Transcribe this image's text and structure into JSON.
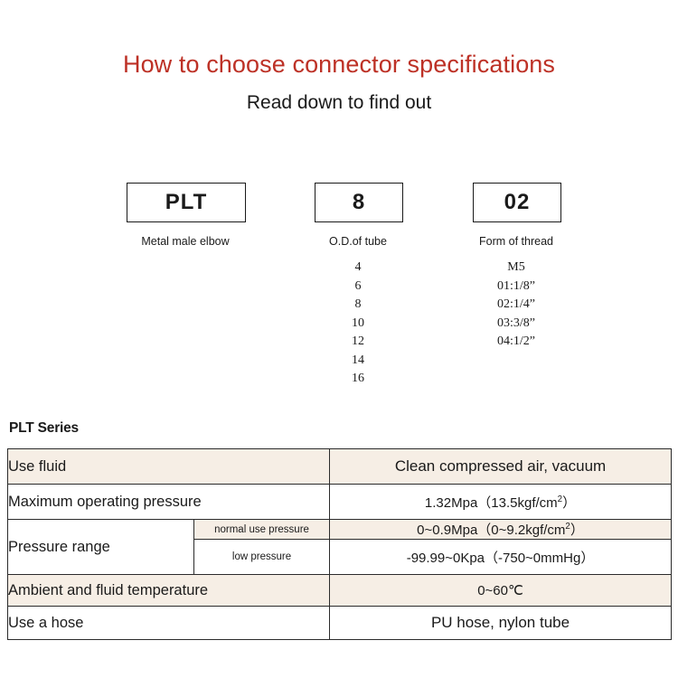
{
  "header": {
    "title": "How to choose connector specifications",
    "subtitle": "Read down to find out",
    "title_color": "#bd3126"
  },
  "code_breakdown": {
    "columns": [
      {
        "code": "PLT",
        "caption": "Metal male elbow",
        "options": []
      },
      {
        "code": "8",
        "caption": "O.D.of tube",
        "options": [
          "4",
          "6",
          "8",
          "10",
          "12",
          "14",
          "16"
        ]
      },
      {
        "code": "02",
        "caption": "Form of thread",
        "options": [
          "M5",
          "01:1/8”",
          "02:1/4”",
          "03:3/8”",
          "04:1/2”"
        ]
      }
    ]
  },
  "spec_table": {
    "heading": "PLT Series",
    "row_beige_color": "#f6eee5",
    "rows": [
      {
        "label": "Use fluid",
        "value": "Clean compressed air, vacuum"
      },
      {
        "label": "Maximum operating pressure",
        "value_prefix": "1.32Mpa（13.5kgf/cm",
        "value_sup": "2",
        "value_suffix": "）"
      },
      {
        "label": "Pressure range",
        "sub_rows": [
          {
            "sub_label": "normal use pressure",
            "value_prefix": "0~0.9Mpa（0~9.2kgf/cm",
            "value_sup": "2",
            "value_suffix": "）"
          },
          {
            "sub_label": "low pressure",
            "value": "-99.99~0Kpa（-750~0mmHg）"
          }
        ]
      },
      {
        "label": "Ambient and fluid temperature",
        "value": "0~60℃"
      },
      {
        "label": "Use a hose",
        "value": "PU hose, nylon tube"
      }
    ]
  }
}
